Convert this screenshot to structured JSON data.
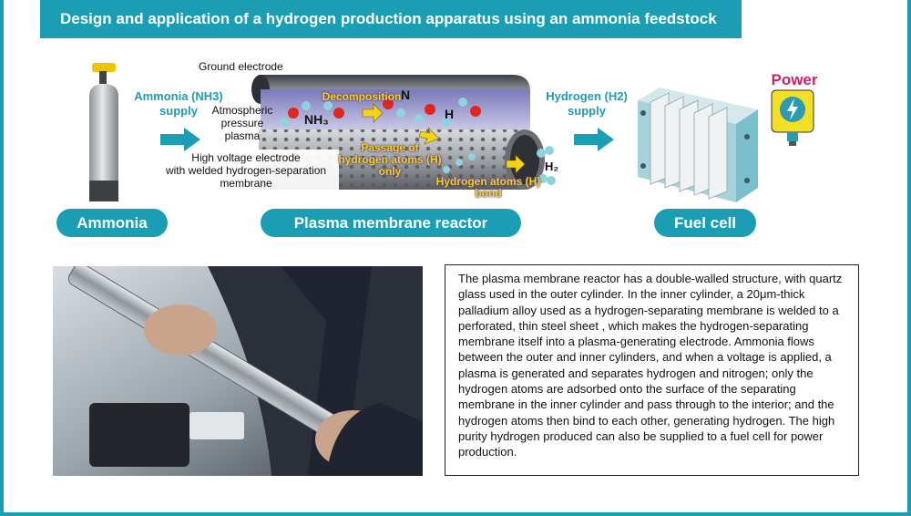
{
  "title": "Design and application of a hydrogen production apparatus using an ammonia feedstock",
  "labels": {
    "ammonia_supply": "Ammonia (NH3)\nsupply",
    "hydrogen_supply": "Hydrogen (H2)\nsupply",
    "power": "Power",
    "ground_electrode": "Ground electrode",
    "atmospheric_plasma": "Atmospheric\npressure\nplasma",
    "high_voltage": "High voltage electrode\nwith welded hydrogen-separation\nmembrane",
    "decomposition": "Decomposition",
    "passage": "Passage of\nhydrogen atoms (H)\nonly",
    "h_bond": "Hydrogen atoms (H)\nbond",
    "nh3": "NH₃",
    "n": "N",
    "h": "H",
    "h2": "H₂"
  },
  "pills": {
    "ammonia": "Ammonia",
    "reactor": "Plasma membrane reactor",
    "fuel_cell": "Fuel cell"
  },
  "description": "The plasma membrane reactor has a double-walled structure, with quartz glass used in the outer cylinder.  In the inner cylinder, a 20μm-thick palladium alloy used as a hydrogen-separating membrane is welded to a perforated, thin steel sheet , which makes the hydrogen-separating membrane itself into a plasma-generating electrode.  Ammonia flows between the outer and inner cylinders, and when a voltage is applied, a plasma is generated and separates hydrogen and nitrogen; only the hydrogen atoms are adsorbed onto the surface of the separating membrane in the inner cylinder and pass through to the interior; and the hydrogen atoms then bind to each other, generating hydrogen.  The high purity hydrogen produced can also be supplied to a fuel cell for power production.",
  "colors": {
    "teal": "#1b9db3",
    "magenta": "#7a2d8f",
    "power_red": "#c8246b",
    "arrow_yellow": "#f3d21a",
    "atom_red": "#e0261d",
    "atom_cyan": "#8fd3de"
  }
}
